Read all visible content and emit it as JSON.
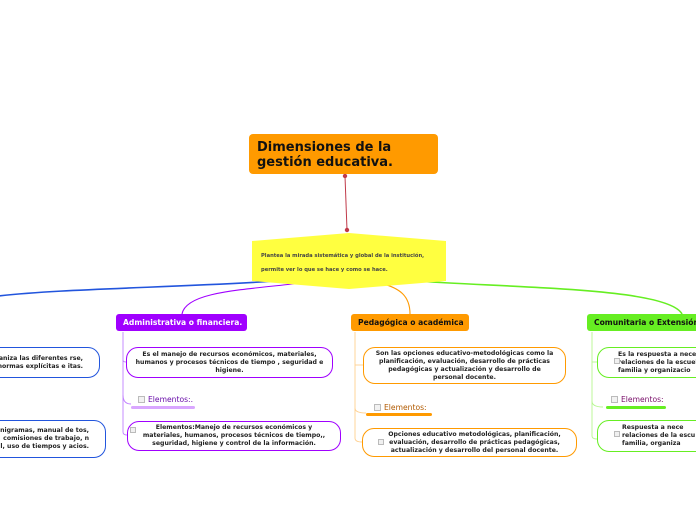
{
  "root": {
    "title": "Dimensiones de la gestión educativa."
  },
  "note": {
    "line1": "Plantea la mirada sistemática y global de la institución,",
    "line2": "permite ver lo que se hace y como se hace."
  },
  "colors": {
    "root": "#ff9a00",
    "note": "#ffff40",
    "directiva": "#2255dd",
    "administrativa": "#a000ff",
    "pedagogica": "#ff9a00",
    "comunitaria": "#66ee22",
    "root_link": "#c03a4a"
  },
  "branches": {
    "administrativa": {
      "label": "Administrativa o financiera.",
      "card1": "Es el manejo de recursos económicos, materiales, humanos y procesos técnicos de tiempo , seguridad e higiene.",
      "elements_label": "Elementos:.",
      "card2": "Elementos:Manejo de recursos económicos y materiales, humanos, procesos técnicos de tiempo,, seguridad, higiene y control de la información."
    },
    "pedagogica": {
      "label": "Pedagógica o académica",
      "card1": "Son las opciones educativo-metodológicas como la planificación, evaluación, desarrollo de prácticas pedagógicas y actualización y desarrollo de personal docente.",
      "elements_label": "Elementos:",
      "card2": "Opciones educativo metodológicas, planificación, evaluación, desarrollo de prácticas pedagógicas, actualización y desarrollo del personal docente."
    },
    "comunitaria": {
      "label": "Comunitaria o Extensión",
      "card1": "Es la respuesta a neces relaciones de la escuela familia y organizacio",
      "elements_label": "Elementos:",
      "card2": "Respuesta a nece relaciones de la escu familia, organiza"
    },
    "directiva": {
      "card1": "organiza las diferentes rse, normas explícitas e itas.",
      "card2": "organigramas, manual de tos, comisiones de trabajo, n formal, uso de tiempos y acios."
    }
  }
}
